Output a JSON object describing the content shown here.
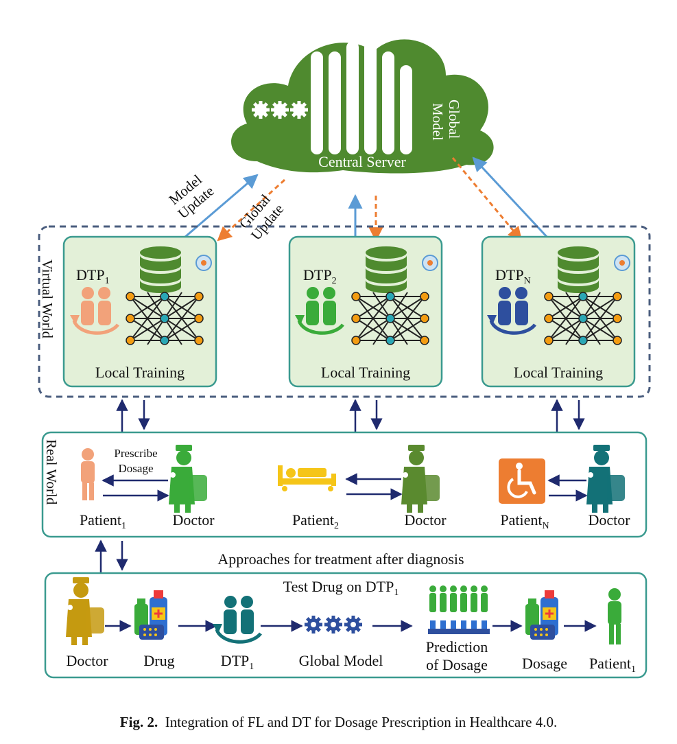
{
  "server": {
    "label": "Central Server",
    "global_model_label_line1": "Global",
    "global_model_label_line2": "Model"
  },
  "flows": {
    "model_update_line1": "Model",
    "model_update_line2": "Update",
    "global_update_line1": "Global",
    "global_update_line2": "Update"
  },
  "virtual_world": {
    "label": "Virtual World",
    "dtps": [
      {
        "name": "DTP",
        "sub": "1",
        "training": "Local Training",
        "color": "#f2a27a"
      },
      {
        "name": "DTP",
        "sub": "2",
        "training": "Local Training",
        "color": "#3aab3a"
      },
      {
        "name": "DTP",
        "sub": "N",
        "training": "Local Training",
        "color": "#2e4f9e"
      }
    ]
  },
  "real_world": {
    "label": "Real World",
    "prescribe_line1": "Prescribe",
    "prescribe_line2": "Dosage",
    "pairs": [
      {
        "patient": "Patient",
        "patient_sub": "1",
        "doctor": "Doctor"
      },
      {
        "patient": "Patient",
        "patient_sub": "2",
        "doctor": "Doctor"
      },
      {
        "patient": "Patient",
        "patient_sub": "N",
        "doctor": "Doctor"
      }
    ]
  },
  "approaches_label": "Approaches for treatment after diagnosis",
  "treatment": {
    "title": "Test Drug on DTP",
    "title_sub": "1",
    "steps": {
      "doctor": "Doctor",
      "drug": "Drug",
      "dtp": "DTP",
      "dtp_sub": "1",
      "global_model": "Global Model",
      "prediction_line1": "Prediction",
      "prediction_line2": "of Dosage",
      "dosage": "Dosage",
      "patient": "Patient",
      "patient_sub": "1"
    }
  },
  "caption": {
    "fig": "Fig. 2.",
    "text": "Integration of FL and DT for Dosage Prescription in Healthcare 4.0."
  },
  "colors": {
    "cloud": "#4f8a2f",
    "box_fill": "#e3f0d8",
    "box_border": "#3a9a8f",
    "dashed_border": "#4a5d7e",
    "arrow_blue": "#1f2a6e",
    "arrow_light_blue": "#5b9bd5",
    "arrow_orange": "#ed7d31"
  }
}
